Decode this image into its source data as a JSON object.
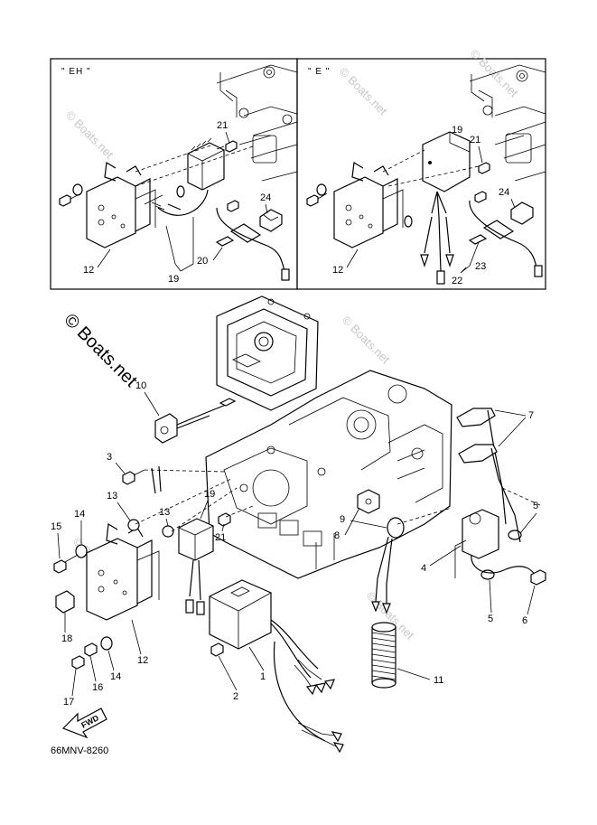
{
  "watermark": "© Boats.net",
  "diagram_code": "66MNV-8260",
  "fwd_label": "FWD",
  "insets": [
    {
      "label": "\" EH \""
    },
    {
      "label": "\" E \""
    }
  ],
  "callouts_eh": [
    "21",
    "24",
    "12",
    "20",
    "19"
  ],
  "callouts_e": [
    "19",
    "21",
    "24",
    "12",
    "23",
    "22"
  ],
  "callouts_main": [
    "10",
    "7",
    "3",
    "13",
    "19",
    "14",
    "15",
    "13",
    "21",
    "8",
    "9",
    "5",
    "4",
    "5",
    "6",
    "18",
    "12",
    "1",
    "2",
    "14",
    "16",
    "17",
    "11"
  ]
}
